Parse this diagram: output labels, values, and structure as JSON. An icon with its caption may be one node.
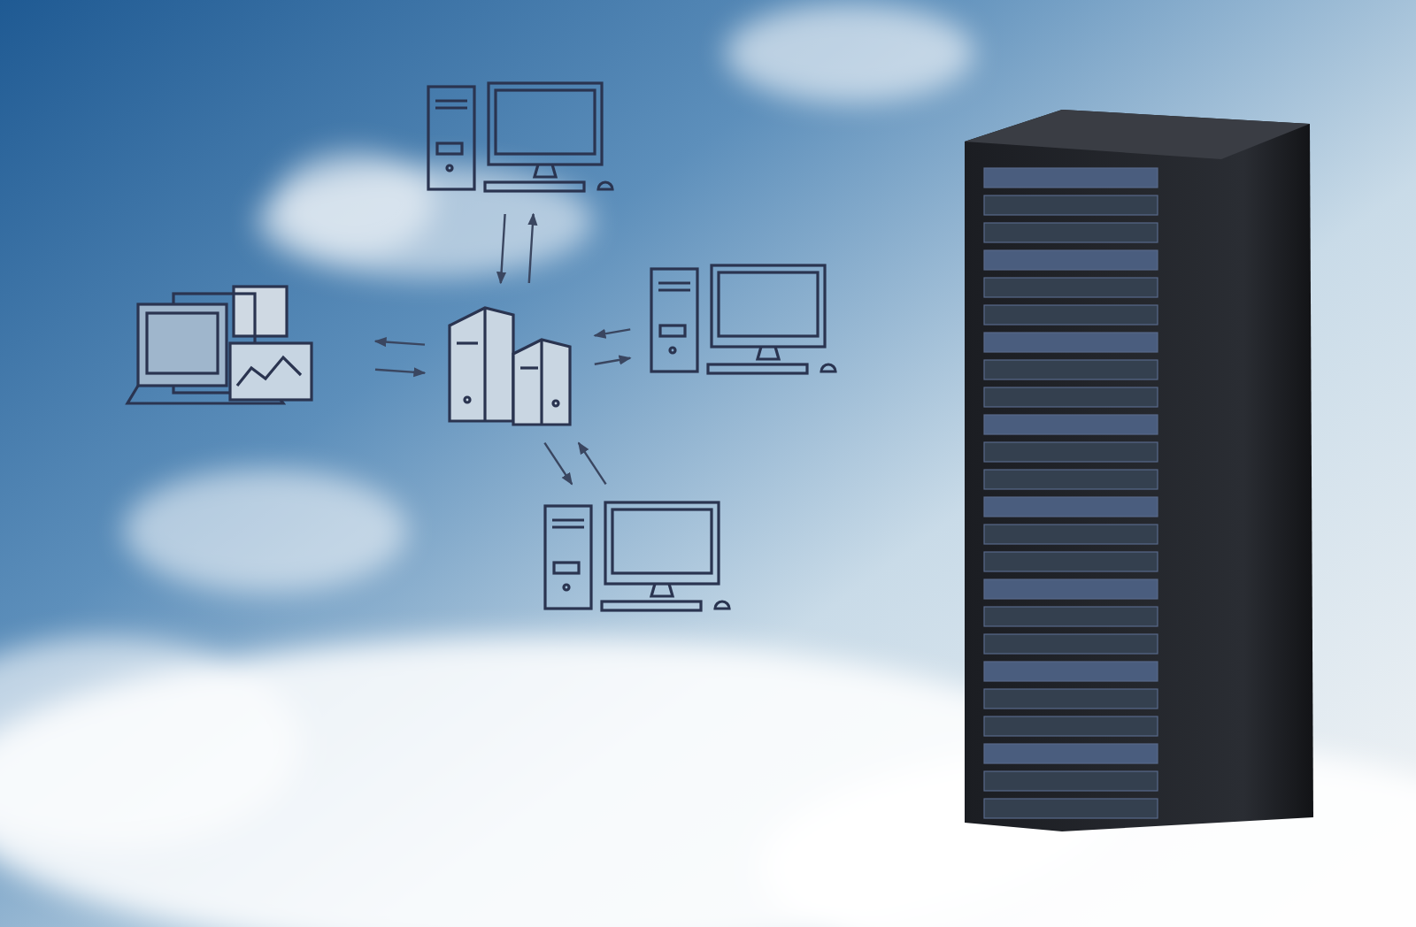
{
  "diagram": {
    "nodes": [
      {
        "text": [],
        "shape": "picture"
      },
      {
        "text": [],
        "shape": "picture"
      },
      {
        "text": [],
        "shape": "picture"
      },
      {
        "text": [],
        "shape": "picture"
      },
      {
        "text": [],
        "shape": "picture"
      }
    ],
    "edges": [
      {
        "from": 2,
        "to": 0,
        "arrow": "to"
      },
      {
        "from": 0,
        "to": 2,
        "arrow": "to"
      },
      {
        "from": 1,
        "to": 2,
        "arrow": "to"
      },
      {
        "from": 2,
        "to": 1,
        "arrow": "to"
      },
      {
        "from": 2,
        "to": 3,
        "arrow": "to"
      },
      {
        "from": 3,
        "to": 2,
        "arrow": "to"
      },
      {
        "from": 4,
        "to": 2,
        "arrow": "to"
      },
      {
        "from": 2,
        "to": 4,
        "arrow": "to"
      }
    ]
  }
}
